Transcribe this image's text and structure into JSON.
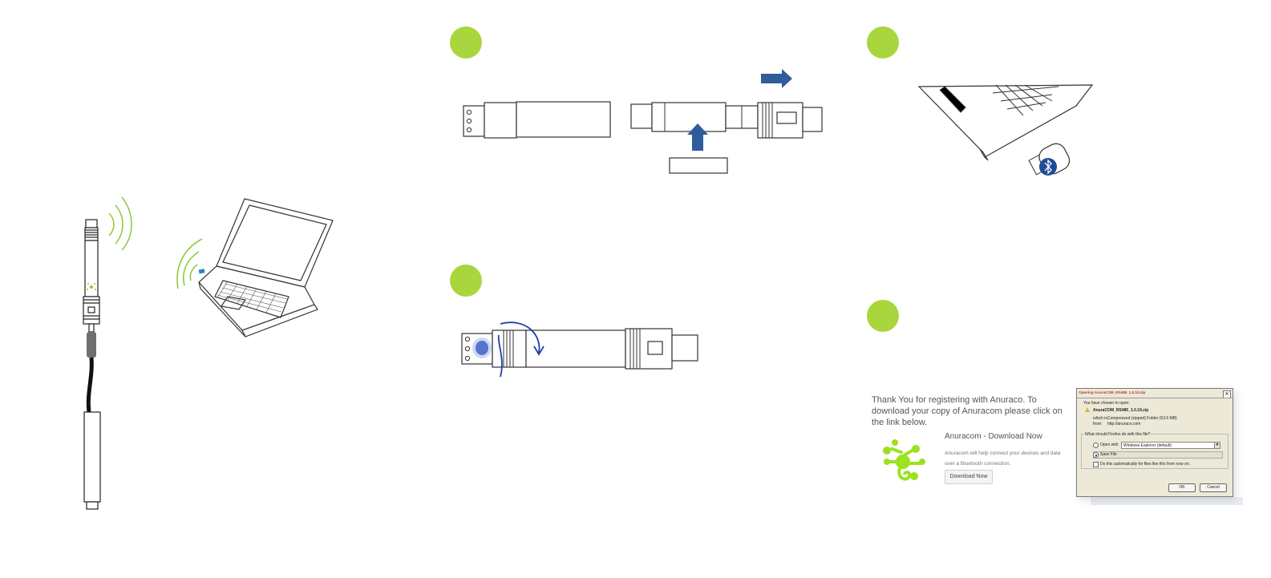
{
  "colors": {
    "step_green": "#a9d63c",
    "arrow_blue": "#2f5d9c",
    "bluetooth_blue": "#1e4c96",
    "wave_green": "#8fc93a",
    "rotate_blue": "#1f3fa8",
    "logo_green": "#9be21f"
  },
  "icons": [
    "bluetooth-icon",
    "anura-frog-logo-icon",
    "warning-icon",
    "close-icon"
  ],
  "download_page": {
    "intro": "Thank You for registering with Anuraco. To download your copy of Anuracom please click on the link below.",
    "title": "Anuracom - Download Now",
    "description": "Anuracom will help connect your devices and data over a Bluetooth connection.",
    "button": "Download Now"
  },
  "dialog": {
    "title": "Opening AnuraCOM_RS485_1.0.19.zip",
    "close": "✕",
    "chosen_to_open": "You have chosen to open:",
    "filename": "AnuraCOM_RS485_1.0.19.zip",
    "which_is_label": "which is:",
    "which_is_value": "Compressed (zipped) Folder (53.6 MB)",
    "from_label": "from:",
    "from_value": "http://anuraco.com",
    "question": "What should Firefox do with this file?",
    "open_with": "Open with",
    "open_with_app": "Windows Explorer (default)",
    "save_file": "Save File",
    "auto_checkbox": "Do this automatically for files like this from now on.",
    "ok": "OK",
    "cancel": "Cancel"
  }
}
